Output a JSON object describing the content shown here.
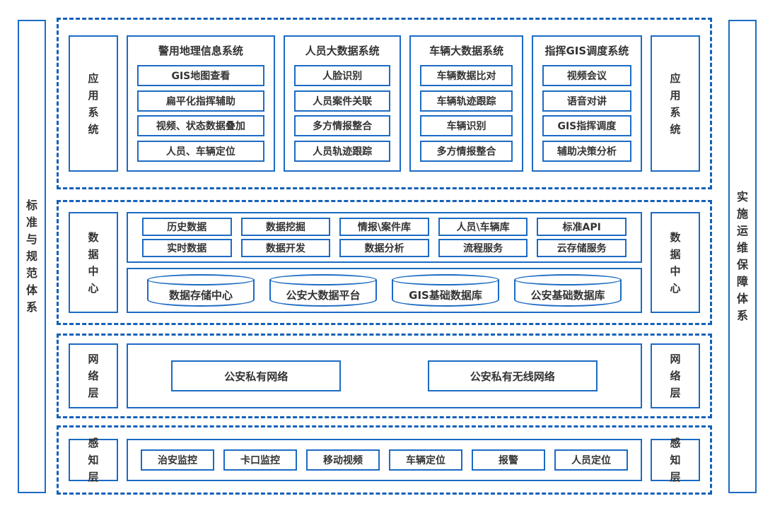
{
  "palette": {
    "solid_border": "#1c6bc4",
    "dashed_border": "#1460b8",
    "text_color": "#333333",
    "background": "#ffffff"
  },
  "left_bar": {
    "label": "标准与规范体系"
  },
  "right_bar": {
    "label": "实施运维保障体系"
  },
  "layers": {
    "application": {
      "side_label": "应用系统",
      "systems": [
        {
          "title": "警用地理信息系统",
          "items": [
            "GIS地图查看",
            "扁平化指挥辅助",
            "视频、状态数据叠加",
            "人员、车辆定位"
          ]
        },
        {
          "title": "人员大数据系统",
          "items": [
            "人脸识别",
            "人员案件关联",
            "多方情报整合",
            "人员轨迹跟踪"
          ]
        },
        {
          "title": "车辆大数据系统",
          "items": [
            "车辆数据比对",
            "车辆轨迹跟踪",
            "车辆识别",
            "多方情报整合"
          ]
        },
        {
          "title": "指挥GIS调度系统",
          "items": [
            "视频会议",
            "语音对讲",
            "GIS指挥调度",
            "辅助决策分析"
          ]
        }
      ]
    },
    "data_center": {
      "side_label": "数据中心",
      "services_row1": [
        "历史数据",
        "数据挖掘",
        "情报\\案件库",
        "人员\\车辆库",
        "标准API"
      ],
      "services_row2": [
        "实时数据",
        "数据开发",
        "数据分析",
        "流程服务",
        "云存储服务"
      ],
      "databases": [
        "数据存储中心",
        "公安大数据平台",
        "GIS基础数据库",
        "公安基础数据库"
      ]
    },
    "network": {
      "side_label": "网络层",
      "items": [
        "公安私有网络",
        "公安私有无线网络"
      ]
    },
    "perception": {
      "side_label": "感知层",
      "items": [
        "治安监控",
        "卡口监控",
        "移动视频",
        "车辆定位",
        "报警",
        "人员定位"
      ]
    }
  }
}
